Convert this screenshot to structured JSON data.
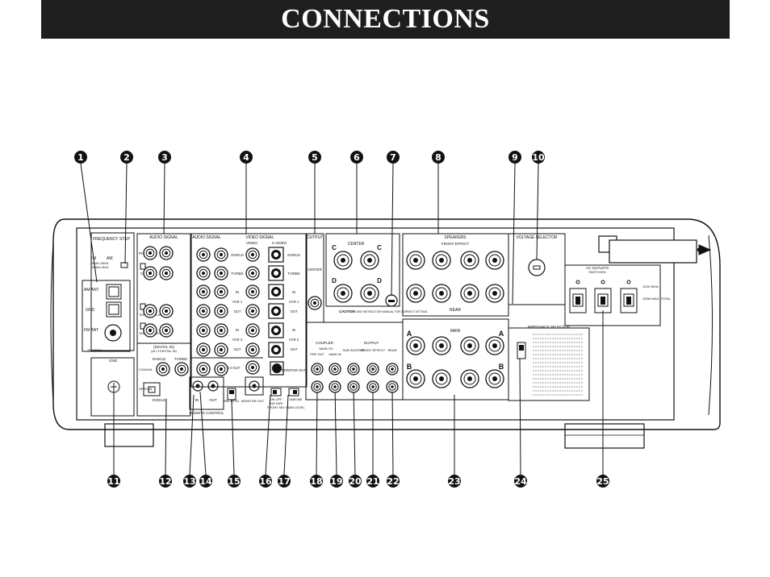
{
  "title": "CONNECTIONS",
  "callouts": [
    "1",
    "2",
    "3",
    "4",
    "5",
    "6",
    "7",
    "8",
    "9",
    "10",
    "11",
    "12",
    "13",
    "14",
    "15",
    "16",
    "17",
    "18",
    "19",
    "20",
    "21",
    "22",
    "23",
    "24",
    "25"
  ],
  "panel": {
    "frequency_step": "FREQUENCY STEP",
    "fm": "FM",
    "am": "AM",
    "step_a": "50kHz 10kHz",
    "step_b": "100kHz 9kHz",
    "am_ant": "AM ANT",
    "gnd": "GND",
    "fm_ant": "FM ANT",
    "unbal": "75 UNBAL.",
    "gnd2": "GND",
    "audio_signal": "AUDIO SIGNAL",
    "phono": "PHONO",
    "cd": "CD",
    "tape_md_play": "TAPE/MD PLAY",
    "tape_md_rec": "TAPE/MD REC",
    "digital_in": "(DIGITAL IN)",
    "digital_in_sub": "(AC-3 DIGITAL IN)",
    "dvd_ld": "DVD/LD",
    "tv_dbs": "TV/DBS",
    "coaxial": "COAXIAL",
    "optical": "OPTICAL",
    "dvd_ld2": "DVD/LD",
    "audio_signal2": "AUDIO SIGNAL",
    "video_signal": "VIDEO SIGNAL",
    "video": "VIDEO",
    "s_video": "S VIDEO",
    "row_dvd": "DVD/LD",
    "row_tv": "TV/DBS",
    "row_in1": "IN",
    "row_vcr1": "VCR 1",
    "row_out1": "OUT",
    "row_in2": "IN",
    "row_vcr2": "VCR 2",
    "row_out2": "OUT",
    "room2_out": "ROOM 2 OUT",
    "monitor_out": "MONITOR OUT",
    "monitor_out2": "MONITOR OUT",
    "in": "IN",
    "out": "OUT",
    "remote_control": "REMOTE CONTROL",
    "pal_ntsc": "PAL NTSC",
    "output": "OUTPUT",
    "center": "CENTER",
    "center_spk": "CENTER",
    "caution": "CAUTION",
    "caution_note": "SEE INSTRUCTION MANUAL FOR CORRECT SETTING.",
    "speakers": "SPEAKERS",
    "front_effect": "FRONT EFFECT",
    "rear": "REAR",
    "main": "MAIN",
    "voltage_selector": "VOLTAGE SELECTOR",
    "ac_outlets": "AC OUTLETS",
    "switched": "SWITCHED",
    "ac_120": "120V 60Hz",
    "ac_100w": "100W MAX. TOTAL",
    "impedance_selector": "IMPEDANCE SELECTOR",
    "coupler": "COUPLER",
    "main_ch": "MAIN CH",
    "pre_out": "PRE OUT",
    "main_in": "MAIN IN",
    "output2": "OUTPUT",
    "sub_woofer": "SUB WOOFER",
    "front_effect2": "FRONT EFFECT",
    "rear2": "REAR",
    "on_off": "ON OFF",
    "sub_tape": "SUB TAPE",
    "front_mix": "FRONT MIX",
    "main_level": "MAIN LEVEL",
    "db": "10dB 0dB"
  }
}
